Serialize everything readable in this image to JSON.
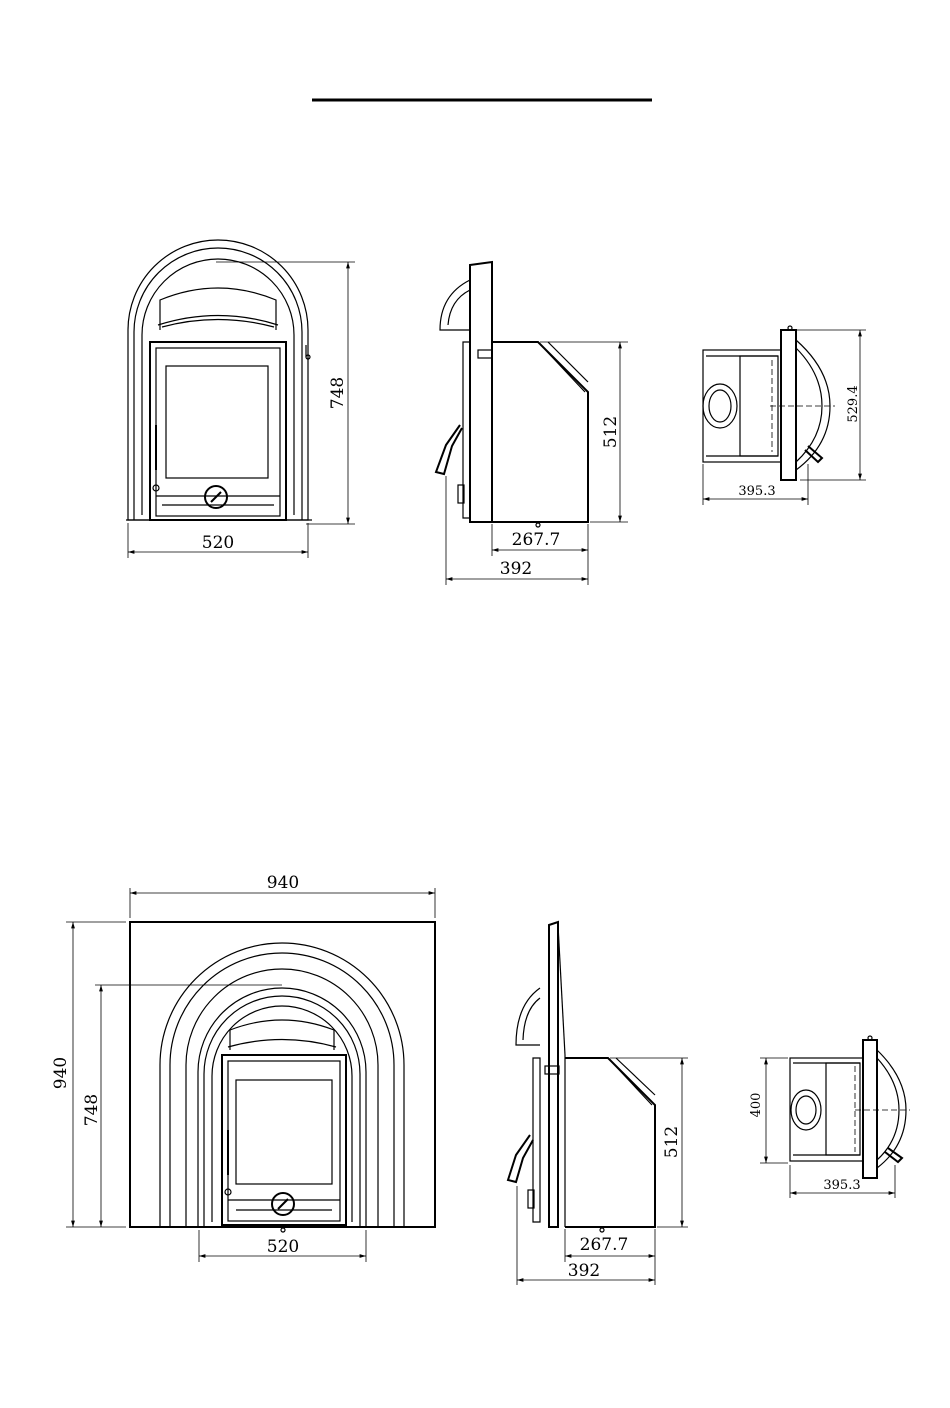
{
  "top_row": {
    "front_view": {
      "width_label": "520",
      "height_label": "748"
    },
    "side_view": {
      "height_label": "512",
      "depth_inner_label": "267.7",
      "depth_total_label": "392"
    },
    "top_view": {
      "width_label": "395.3",
      "depth_label": "529.4"
    }
  },
  "bottom_row": {
    "front_view": {
      "surround_width_label": "940",
      "surround_height_label": "940",
      "height_label": "748",
      "width_label": "520"
    },
    "side_view": {
      "height_label": "512",
      "depth_inner_label": "267.7",
      "depth_total_label": "392"
    },
    "top_view": {
      "width_label": "395.3",
      "depth_label": "400"
    }
  }
}
